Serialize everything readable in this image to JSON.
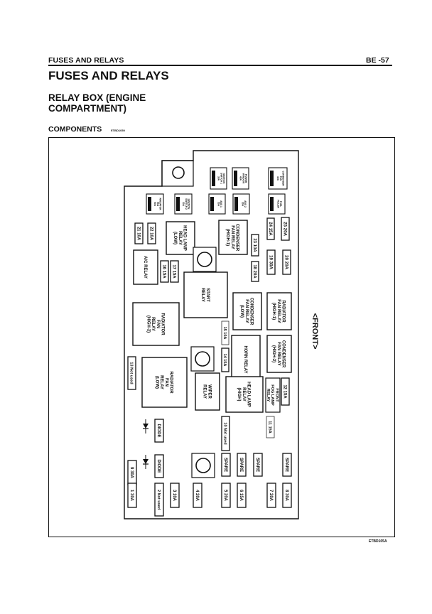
{
  "header": {
    "section": "FUSES AND RELAYS",
    "page": "BE -57"
  },
  "title": "FUSES AND RELAYS",
  "subtitle": "RELAY BOX (ENGINE COMPARTMENT)",
  "components": {
    "label": "COMPONENTS",
    "code": "ETBD1050"
  },
  "figure_code": "ETBD105A",
  "front_label": "<FRONT>",
  "fuses": [
    {
      "id": "f25",
      "text": "25 20A"
    },
    {
      "id": "f24",
      "text": "24 15A"
    },
    {
      "id": "f23",
      "text": "23 10A"
    },
    {
      "id": "f22",
      "text": "22 10A"
    },
    {
      "id": "f21",
      "text": "21 10A"
    },
    {
      "id": "f20",
      "text": "20 20A"
    },
    {
      "id": "f19",
      "text": "19 30A"
    },
    {
      "id": "f18",
      "text": "18 20A"
    },
    {
      "id": "f17",
      "text": "17 15A"
    },
    {
      "id": "f16",
      "text": "16 15A"
    },
    {
      "id": "f15",
      "text": "15 10A"
    },
    {
      "id": "f14",
      "text": "14 15A"
    },
    {
      "id": "f13",
      "text": "13 Not used"
    },
    {
      "id": "f12",
      "text": "12 15A"
    },
    {
      "id": "f11",
      "text": "11 15A"
    },
    {
      "id": "f10",
      "text": "10 Not used"
    },
    {
      "id": "f9",
      "text": "9 30A"
    },
    {
      "id": "f8",
      "text": "8 30A"
    },
    {
      "id": "f7",
      "text": "7 20A"
    },
    {
      "id": "f6",
      "text": "6 15A"
    },
    {
      "id": "f5",
      "text": "5 20A"
    },
    {
      "id": "f4",
      "text": "4 20A"
    },
    {
      "id": "f3",
      "text": "3 10A"
    },
    {
      "id": "f2",
      "text": "2 Not used"
    },
    {
      "id": "f1",
      "text": "1 30A"
    },
    {
      "id": "sp1",
      "text": "SPARE"
    },
    {
      "id": "sp2",
      "text": "SPARE"
    },
    {
      "id": "sp3",
      "text": "SPARE"
    },
    {
      "id": "sp4",
      "text": "SPARE"
    },
    {
      "id": "d1",
      "text": "DIODE"
    },
    {
      "id": "d2",
      "text": "DIODE"
    }
  ],
  "relays": [
    {
      "id": "r1",
      "lines": [
        "HEAD LAMP",
        "RELAY",
        "(LOW)"
      ]
    },
    {
      "id": "r2",
      "lines": [
        "CONDENSER",
        "FAN RELAY",
        "(HIGH-1)"
      ]
    },
    {
      "id": "r3",
      "lines": [
        "A/C RELAY"
      ]
    },
    {
      "id": "r4",
      "lines": [
        "START",
        "RELAY"
      ]
    },
    {
      "id": "r5",
      "lines": [
        "CONDENSER",
        "FAN RELAY",
        "(LOW)"
      ]
    },
    {
      "id": "r6",
      "lines": [
        "RADIATOR",
        "FAN RELAY",
        "(HIGH-1)"
      ]
    },
    {
      "id": "r7",
      "lines": [
        "RADIATOR",
        "FAN",
        "RELAY",
        "(HIGH-2)"
      ]
    },
    {
      "id": "r8",
      "lines": [
        "HORN RELAY"
      ]
    },
    {
      "id": "r9",
      "lines": [
        "CONDENSER",
        "FAN RELAY",
        "(HIGH-2)"
      ]
    },
    {
      "id": "r10",
      "lines": [
        "RADIATOR",
        "FAN",
        "RELAY",
        "(LOW)"
      ]
    },
    {
      "id": "r11",
      "lines": [
        "WIPER",
        "RELAY"
      ]
    },
    {
      "id": "r12",
      "lines": [
        "HEAD LAMP",
        "RELAY",
        "(HIGH)"
      ]
    },
    {
      "id": "r13",
      "lines": [
        "FRONT",
        "FOG LAMP",
        "RELAY"
      ]
    }
  ],
  "small_labels": [
    {
      "id": "s1",
      "lines": [
        "IGNITION",
        "SWITCH 1",
        "30A"
      ]
    },
    {
      "id": "s2",
      "lines": [
        "POWER",
        "WINDOW",
        "40A"
      ]
    },
    {
      "id": "s3",
      "lines": [
        "CONDENSER",
        "FAN",
        "40A"
      ]
    },
    {
      "id": "s4",
      "lines": [
        "RADIATOR",
        "FAN",
        "50A"
      ]
    },
    {
      "id": "s5",
      "lines": [
        "IGNITION",
        "SWITCH 2",
        "30A"
      ]
    },
    {
      "id": "s6",
      "lines": [
        "ABS 1",
        "50A"
      ]
    },
    {
      "id": "s7",
      "lines": [
        "ABS 2",
        "30A"
      ]
    },
    {
      "id": "s8",
      "lines": [
        "FUEL",
        "FILLER"
      ]
    }
  ]
}
